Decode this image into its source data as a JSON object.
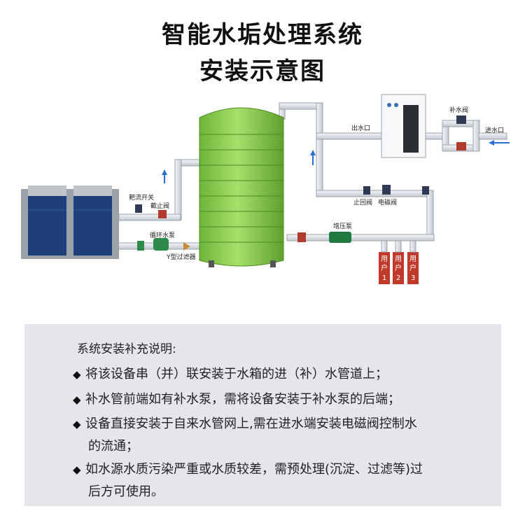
{
  "title_line1": "智能水垢处理系统",
  "title_line2": "安装示意图",
  "labels": {
    "bypass_switch": "耙流开关",
    "stop_valve": "截止阀",
    "circ_pump": "循环水泵",
    "y_filter": "Y型过滤器",
    "outlet": "出水口",
    "makeup_valve": "补水阀",
    "inlet": "进水口",
    "check_valve": "止回阀",
    "solenoid_valve": "电磁阀",
    "booster_pump": "增压泵",
    "user1": [
      "用",
      "户",
      "1"
    ],
    "user2": [
      "用",
      "户",
      "2"
    ],
    "user3": [
      "用",
      "户",
      "3"
    ]
  },
  "notes": {
    "heading": "系统安装补充说明:",
    "items": [
      {
        "line1": "将该设备串（并）联安装于水箱的进（补）水管道上；",
        "line2": ""
      },
      {
        "line1": "补水管前端如有补水泵，需将设备安装于补水泵的后端；",
        "line2": ""
      },
      {
        "line1": "设备直接安装于自来水管网上,需在进水端安装电磁阀控制水",
        "line2": "的流通；"
      },
      {
        "line1": "如水源水质污染严重或水质较差，需预处理(沉淀、过滤等)过",
        "line2": "后方可使用。"
      }
    ],
    "bullet_symbol": "◆"
  },
  "colors": {
    "tank_green": "#8fd24a",
    "pipe": "#dfe3e8",
    "user_red": "#c0392b",
    "note_bg": "#e4e6ec"
  }
}
